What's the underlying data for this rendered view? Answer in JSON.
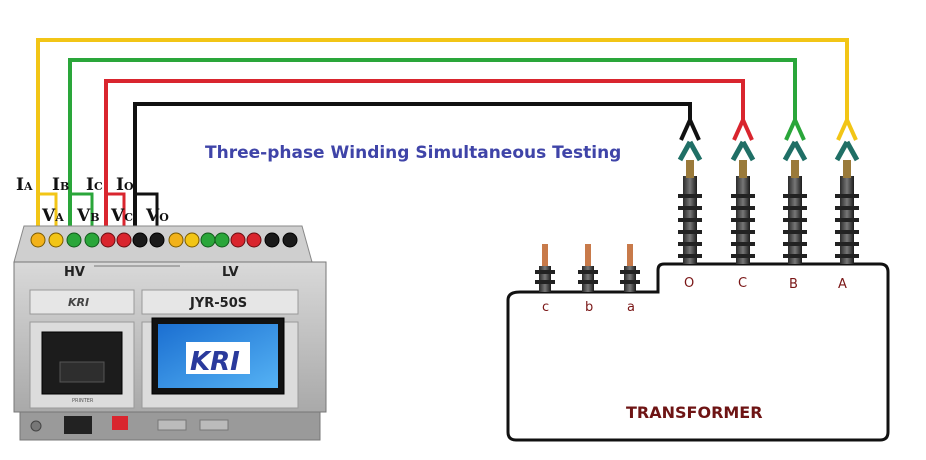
{
  "title": "Three-phase Winding Simultaneous Testing",
  "instrument": {
    "brand": "KRI",
    "model": "JYR-50S",
    "hv_label": "HV",
    "lv_label": "LV",
    "printer_label": "PRINTER",
    "screen_logo": "KRI"
  },
  "leads": [
    {
      "current": "I",
      "current_sub": "A",
      "voltage": "V",
      "voltage_sub": "A",
      "color": "#f2c516"
    },
    {
      "current": "I",
      "current_sub": "B",
      "voltage": "V",
      "voltage_sub": "B",
      "color": "#2aa63a"
    },
    {
      "current": "I",
      "current_sub": "C",
      "voltage": "V",
      "voltage_sub": "C",
      "color": "#d9252e"
    },
    {
      "current": "I",
      "current_sub": "O",
      "voltage": "V",
      "voltage_sub": "O",
      "color": "#111111"
    }
  ],
  "transformer": {
    "label": "TRANSFORMER",
    "hv_terminals": [
      "O",
      "C",
      "B",
      "A"
    ],
    "lv_terminals": [
      "c",
      "b",
      "a"
    ]
  },
  "colors": {
    "yellow": "#f2c516",
    "green": "#2aa63a",
    "red": "#d9252e",
    "black": "#111111",
    "title": "#3f44a8",
    "label_dark_red": "#6e1414"
  }
}
